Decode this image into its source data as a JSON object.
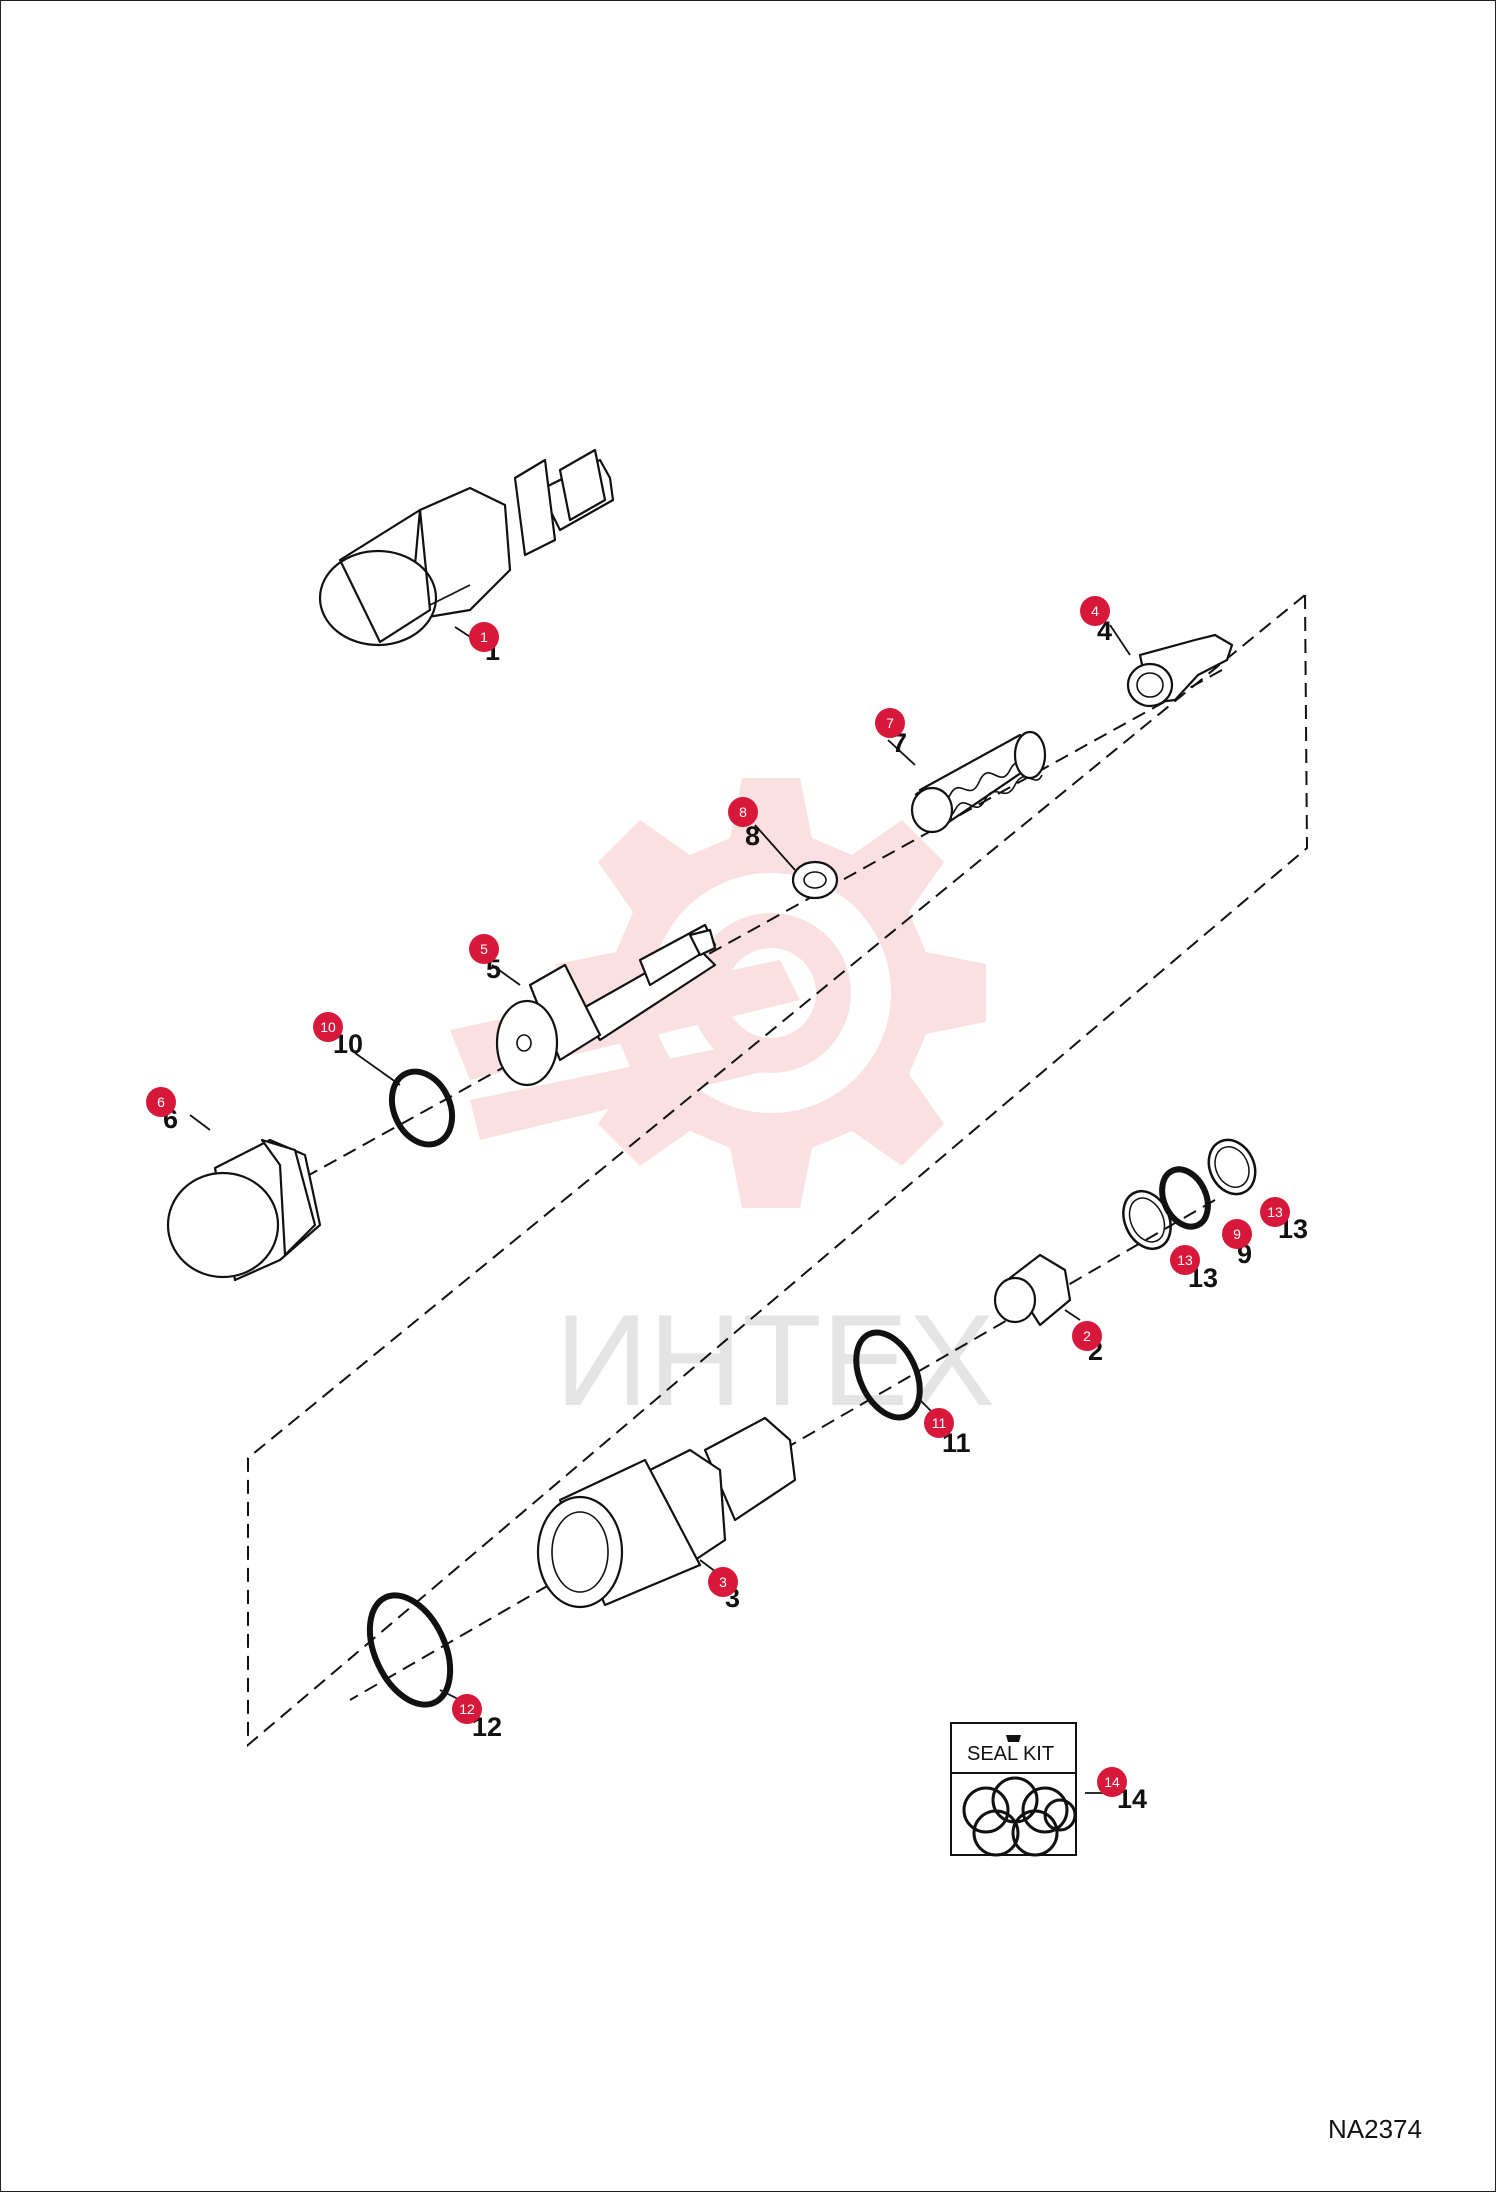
{
  "watermark": {
    "text": "ИНТЕХ",
    "color": "#f3a8a8"
  },
  "accent_color": "#d8183a",
  "diagram_ref": "NA2374",
  "seal_kit_label": "SEAL KIT",
  "callouts": [
    {
      "id": "1",
      "label": "1"
    },
    {
      "id": "2",
      "label": "2"
    },
    {
      "id": "3",
      "label": "3"
    },
    {
      "id": "4",
      "label": "4"
    },
    {
      "id": "5",
      "label": "5"
    },
    {
      "id": "6",
      "label": "6"
    },
    {
      "id": "7",
      "label": "7"
    },
    {
      "id": "8",
      "label": "8"
    },
    {
      "id": "9",
      "label": "9"
    },
    {
      "id": "10",
      "label": "10"
    },
    {
      "id": "11",
      "label": "11"
    },
    {
      "id": "12",
      "label": "12"
    },
    {
      "id": "13a",
      "label": "13"
    },
    {
      "id": "13b",
      "label": "13"
    },
    {
      "id": "14",
      "label": "14"
    }
  ]
}
